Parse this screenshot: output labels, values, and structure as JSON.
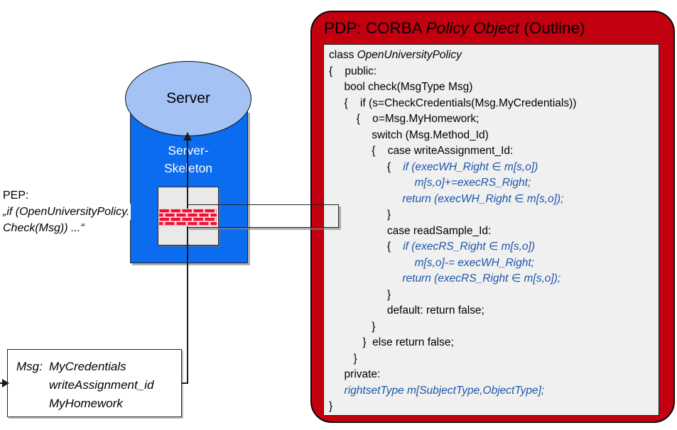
{
  "pdp": {
    "title_parts": [
      {
        "t": "PDP: CORBA ",
        "s": "r"
      },
      {
        "t": "Policy Object",
        "s": "i"
      },
      {
        "t": " (Outline)",
        "s": "r"
      }
    ],
    "code_lines": [
      [
        {
          "t": "class ",
          "s": "r"
        },
        {
          "t": "OpenUniversityPolicy",
          "s": "i"
        }
      ],
      [
        {
          "t": "{    public:",
          "s": "r"
        }
      ],
      [
        {
          "t": "     bool check(MsgType Msg)",
          "s": "r"
        }
      ],
      [
        {
          "t": "     {    if (s=CheckCredentials(Msg.MyCredentials))",
          "s": "r"
        }
      ],
      [
        {
          "t": "         {    o=Msg.MyHomework;",
          "s": "r"
        }
      ],
      [
        {
          "t": "              switch (Msg.Method_Id)",
          "s": "r"
        }
      ],
      [
        {
          "t": "              {    case writeAssignment_Id:",
          "s": "r"
        }
      ],
      [
        {
          "t": "                   {    ",
          "s": "r"
        },
        {
          "t": "if (execWH_Right ∈ m[s,o])",
          "s": "b"
        }
      ],
      [
        {
          "t": "                            m[s,o]+=execRS_Right;",
          "s": "b"
        }
      ],
      [
        {
          "t": "                        return (execWH_Right ∈ m[s,o]);",
          "s": "b"
        }
      ],
      [
        {
          "t": "                   }",
          "s": "r"
        }
      ],
      [
        {
          "t": "                   case readSample_Id:",
          "s": "r"
        }
      ],
      [
        {
          "t": "                   {    ",
          "s": "r"
        },
        {
          "t": "if (execRS_Right ∈ m[s,o])",
          "s": "b"
        }
      ],
      [
        {
          "t": "                            m[s,o]-= execWH_Right;",
          "s": "b"
        }
      ],
      [
        {
          "t": "                        return (execRS_Right ∈ m[s,o]);",
          "s": "b"
        }
      ],
      [
        {
          "t": "                   }",
          "s": "r"
        }
      ],
      [
        {
          "t": "                   default: return false;",
          "s": "r"
        }
      ],
      [
        {
          "t": "              }",
          "s": "r"
        }
      ],
      [
        {
          "t": "           }  else return false;",
          "s": "r"
        }
      ],
      [
        {
          "t": "        }",
          "s": "r"
        }
      ],
      [
        {
          "t": "     private:",
          "s": "r"
        }
      ],
      [
        {
          "t": "     ",
          "s": "r"
        },
        {
          "t": "rightsetType m[SubjectType,ObjectType];",
          "s": "b"
        }
      ],
      [
        {
          "t": "}",
          "s": "r"
        }
      ]
    ]
  },
  "server": {
    "label": "Server"
  },
  "skeleton": {
    "label_line1": "Server-",
    "label_line2": "Skeleton"
  },
  "pep": {
    "line1": "PEP:",
    "line2": "„if (OpenUniversityPolicy.",
    "line3": "Check(Msg)) ...“"
  },
  "msg_box": {
    "label": "Msg:",
    "items": [
      "MyCredentials",
      "writeAssignment_id",
      "MyHomework"
    ]
  },
  "colors": {
    "pdp_red": "#c30010",
    "skeleton_blue": "#0b6cf0",
    "ellipse_blue": "#a4c2f4",
    "code_blue": "#1d56a8",
    "brick_red": "#ee1133",
    "brick_mortar": "#fbd3d8",
    "panel_gray": "#f0f0f0"
  }
}
